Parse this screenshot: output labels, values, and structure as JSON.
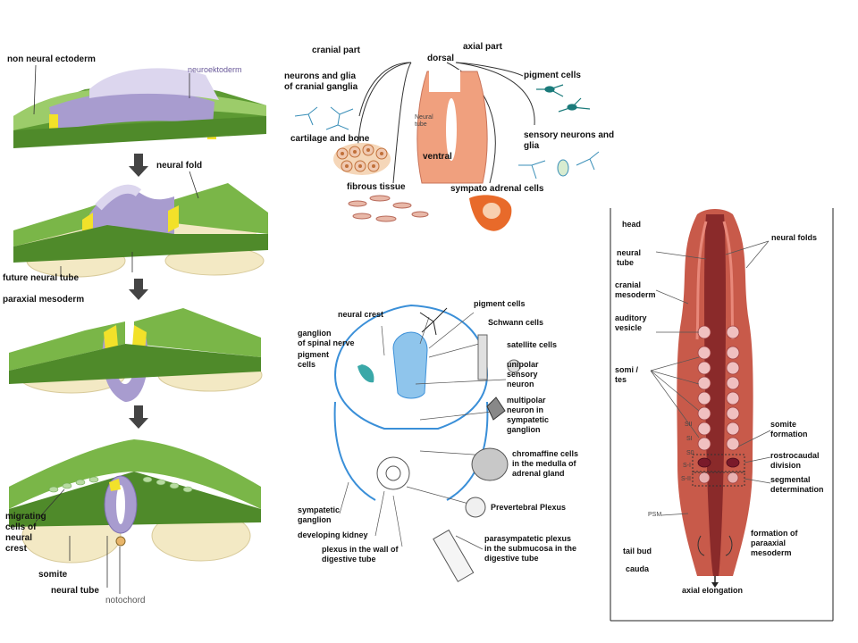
{
  "panel_a": {
    "non_neural_ectoderm": "non neural ectoderm",
    "neuroektoderm": "neuroektoderm",
    "neural_fold": "neural fold",
    "future_neural_tube": "future neural tube",
    "paraxial_mesoderm": "paraxial mesoderm",
    "migrating_cells": "migrating\ncells of\nneural\ncrest",
    "somite": "somite",
    "neural_tube": "neural tube",
    "notochord": "notochord"
  },
  "panel_b": {
    "cranial_part": "cranial part",
    "axial_part": "axial part",
    "dorsal": "dorsal",
    "neurons_glia": "neurons and glia\nof cranial ganglia",
    "pigment_cells": "pigment cells",
    "cartilage_bone": "cartilage and bone",
    "neural_tube_inner": "Neural\ntube",
    "ventral": "ventral",
    "sensory_neurons_glia": "sensory neurons and\nglia",
    "fibrous_tissue": "fibrous tissue",
    "sympato_adrenal": "sympato adrenal cells"
  },
  "panel_c": {
    "neural_crest": "neural crest",
    "pigment_cells": "pigment cells",
    "ganglion_spinal": "ganglion\nof spinal nerve",
    "pigment_cells_left": "pigment\ncells",
    "schwann_cells": "Schwann cells",
    "satellite_cells": "satellite cells",
    "unipolar": "unipolar\nsensory\nneuron",
    "multipolar": "multipolar\nneuron in\nsympatetic\nganglion",
    "chromaffine": "chromaffine cells\nin the medulla of\nadrenal gland",
    "prevertebral": "Prevertebral Plexus",
    "sympatetic_ganglion": "sympatetic\nganglion",
    "developing_kidney": "developing kidney",
    "plexus_wall": "plexus in the wall of\ndigestive tube",
    "parasympatetic": "parasympatetic plexus\nin the submucosa in the\ndigestive tube"
  },
  "panel_d": {
    "head": "head",
    "neural_tube": "neural\ntube",
    "neural_folds": "neural folds",
    "cranial_mesoderm": "cranial\nmesoderm",
    "auditory_vesicle": "auditory\nvesicle",
    "somites": "somi /\ntes",
    "somite_formation": "somite\nformation",
    "rostrocaudal": "rostrocaudal\ndivision",
    "segmental": "segmental\ndetermination",
    "psm": "PSM",
    "formation_paraaxial": "formation of\nparaaxial\nmesoderm",
    "tail_bud": "tail bud",
    "cauda": "cauda",
    "axial_elongation": "axial elongation",
    "s_labels": [
      "SII",
      "SI",
      "S0",
      "S-I",
      "S-II"
    ]
  },
  "colors": {
    "ectoderm_green": "#7ab648",
    "neural_plate_purple": "#a89ccf",
    "yellow_crest": "#f2e12a",
    "mesoderm_cream": "#f3e9c4",
    "tube_orange": "#f0a07e",
    "embryo_red": "#c85a4a",
    "crest_blue": "#3a8fd8"
  }
}
